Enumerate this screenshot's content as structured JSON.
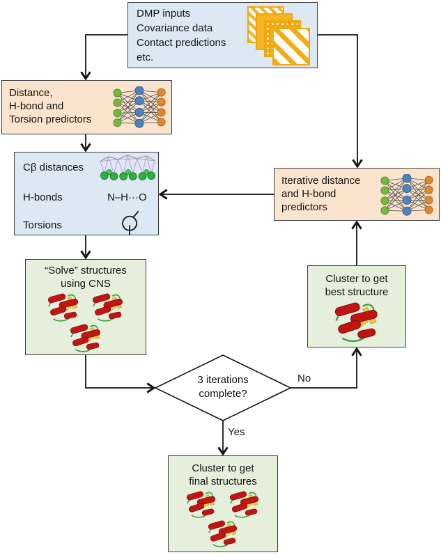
{
  "diagram": {
    "nodes": {
      "dmp_inputs": {
        "lines": [
          "DMP inputs",
          "Covariance data",
          "Contact predictions",
          "etc."
        ]
      },
      "predictors": {
        "lines": [
          "Distance,",
          "H-bond and",
          "Torsion predictors"
        ]
      },
      "constraints": {
        "items": [
          {
            "label": "Cβ distances"
          },
          {
            "label": "H-bonds",
            "value": "N–H···O"
          },
          {
            "label": "Torsions"
          }
        ]
      },
      "solve": {
        "lines": [
          "“Solve” structures",
          "using CNS"
        ]
      },
      "decision": {
        "lines": [
          "3 iterations",
          "complete?"
        ]
      },
      "iterative_predictors": {
        "lines": [
          "Iterative distance",
          "and H-bond",
          "predictors"
        ]
      },
      "cluster_best": {
        "lines": [
          "Cluster to get",
          "best structure"
        ]
      },
      "cluster_final": {
        "lines": [
          "Cluster to get",
          "final structures"
        ]
      }
    },
    "edge_labels": {
      "no": "No",
      "yes": "Yes"
    },
    "icons": {
      "data_matrices": "stacked-striped-squares",
      "neural_network": "three-layer-node-graph",
      "contact_mesh": "green-sphere-wireframe",
      "torsion": "phi-angle-symbol",
      "protein": "red-helix-cartoon"
    },
    "colors": {
      "input_box_fill": "#dce8f4",
      "predictor_box_fill": "#fbe4cd",
      "result_box_fill": "#e5efdc",
      "decision_fill": "#ffffff",
      "line": "#141414",
      "matrix_gold": "#f3ab12",
      "nn_green": "#76b83d",
      "nn_blue": "#4f81bd",
      "nn_orange": "#e1882f",
      "helix_red": "#c31414",
      "strand_yellow": "#ecd83f",
      "loop_green": "#3f9e3f"
    }
  }
}
